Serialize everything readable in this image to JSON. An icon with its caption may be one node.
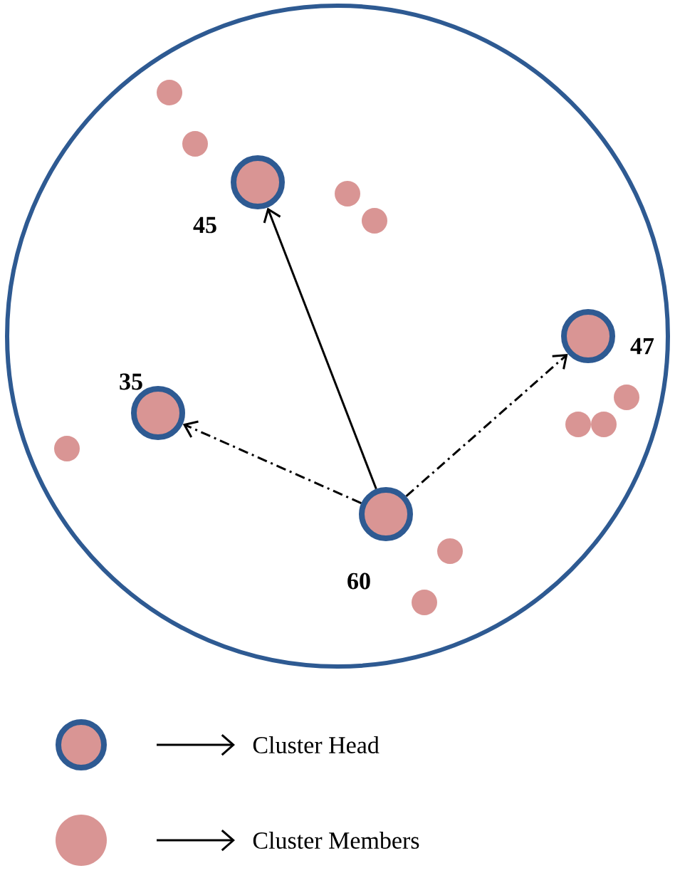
{
  "diagram": {
    "nodes": [
      {
        "text": [],
        "shape": "circle"
      },
      {
        "text": [],
        "shape": "circle",
        "beside": [
          "45"
        ],
        "in": 0
      },
      {
        "text": [],
        "shape": "circle",
        "beside": [
          "35"
        ],
        "in": 0
      },
      {
        "text": [],
        "shape": "circle",
        "beside": [
          "47"
        ],
        "in": 0
      },
      {
        "text": [],
        "shape": "circle",
        "beside": [
          "60"
        ],
        "in": 0
      }
    ],
    "edges": [
      {
        "from": 4,
        "to": 1,
        "arrow": "to"
      },
      {
        "from": 4,
        "to": 2,
        "arrow": "to",
        "style": "dashed"
      },
      {
        "from": 4,
        "to": 3,
        "arrow": "to",
        "style": "dashed"
      }
    ],
    "legend": [
      {
        "text": "Cluster Head"
      },
      {
        "text": "Cluster Members"
      }
    ]
  }
}
